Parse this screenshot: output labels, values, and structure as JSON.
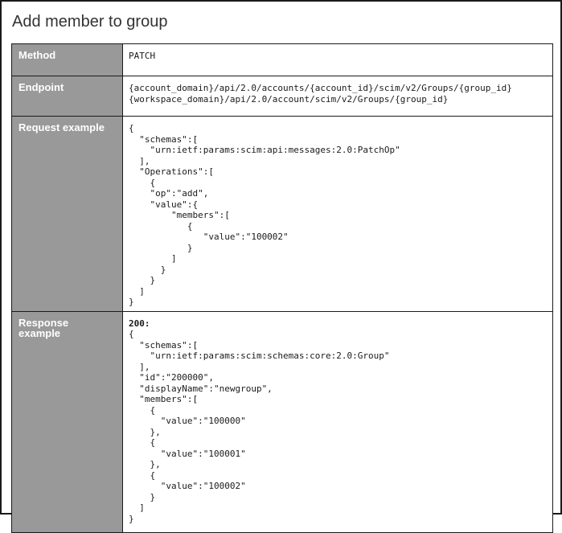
{
  "page": {
    "title": "Add member to group"
  },
  "rows": {
    "method": {
      "label": "Method",
      "value": "PATCH"
    },
    "endpoint": {
      "label": "Endpoint",
      "value": "{account_domain}/api/2.0/accounts/{account_id}/scim/v2/Groups/{group_id}\n{workspace_domain}/api/2.0/account/scim/v2/Groups/{group_id}"
    },
    "request": {
      "label": "Request example",
      "code": "{\n  \"schemas\":[\n    \"urn:ietf:params:scim:api:messages:2.0:PatchOp\"\n  ],\n  \"Operations\":[\n    {\n    \"op\":\"add\",\n    \"value\":{\n        \"members\":[\n           {\n              \"value\":\"100002\"\n           }\n        ]\n      }\n    }\n  ]\n}"
    },
    "response": {
      "label": "Response\nexample",
      "status": "200:",
      "code": "{\n  \"schemas\":[\n    \"urn:ietf:params:scim:schemas:core:2.0:Group\"\n  ],\n  \"id\":\"200000\",\n  \"displayName\":\"newgroup\",\n  \"members\":[\n    {\n      \"value\":\"100000\"\n    },\n    {\n      \"value\":\"100001\"\n    },\n    {\n      \"value\":\"100002\"\n    }\n  ]\n}"
    }
  },
  "colors": {
    "label_background": "#999999",
    "label_text": "#ffffff",
    "border": "#1a1a1a",
    "title_text": "#333333"
  }
}
